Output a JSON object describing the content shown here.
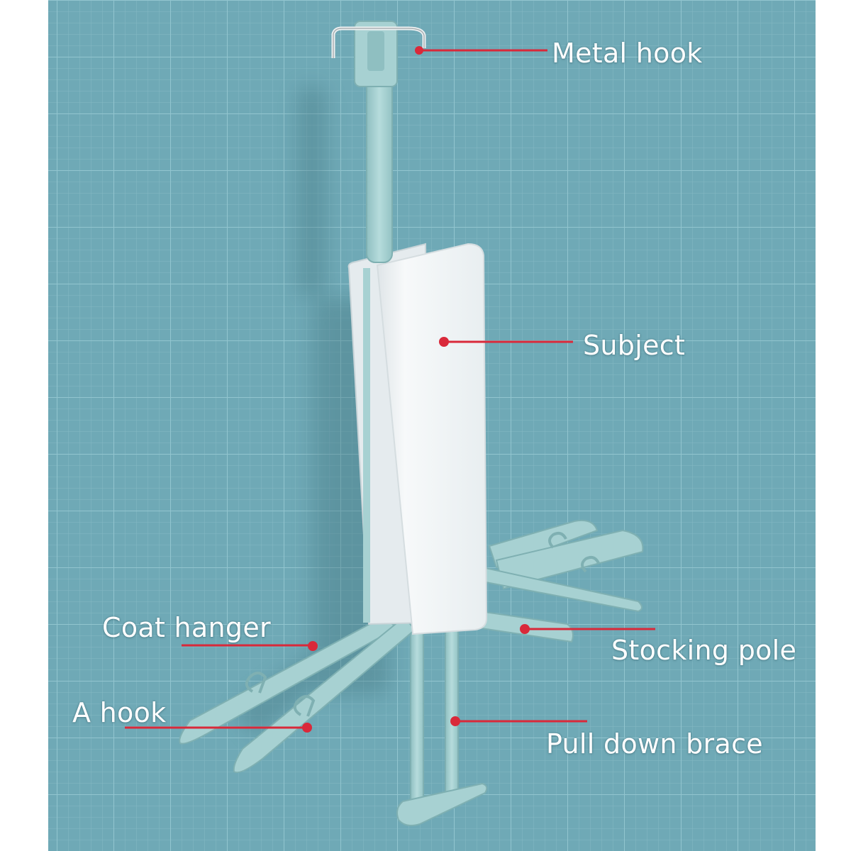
{
  "colors": {
    "background": "#6fa9b6",
    "grid": "#8dc0cb",
    "product_plastic": "#a7d1d2",
    "product_body": "#f4f6f7",
    "leader": "#d9293a",
    "label_text": "#ffffff"
  },
  "callouts": [
    {
      "id": "metal-hook",
      "label": "Metal hook"
    },
    {
      "id": "subject",
      "label": "Subject"
    },
    {
      "id": "coat-hanger",
      "label": "Coat hanger"
    },
    {
      "id": "stocking-pole",
      "label": "Stocking pole"
    },
    {
      "id": "a-hook",
      "label": "A hook"
    },
    {
      "id": "pull-down-brace",
      "label": "Pull down brace"
    }
  ]
}
